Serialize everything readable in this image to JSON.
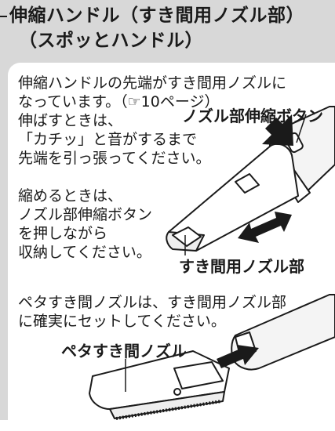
{
  "title": {
    "line1": "伸縮ハンドル（すき間用ノズル部）",
    "line2": "（スポッとハンドル）"
  },
  "intro": {
    "line1": "伸縮ハンドルの先端がすき間用ノズルに",
    "line2": "なっています。（☞10ページ）",
    "line3": "伸ばすときは、",
    "line4": "「カチッ」と音がするまで",
    "line5": "先端を引っ張ってください。"
  },
  "retract": {
    "line1": "縮めるときは、",
    "line2": "ノズル部伸縮ボタン",
    "line3": "を押しながら",
    "line4": "収納してください。"
  },
  "flat_nozzle": {
    "line1": "ペタすき間ノズルは、すき間用ノズル部",
    "line2": "に確実にセットしてください。"
  },
  "callouts": {
    "nozzle_button": "ノズル部伸縮ボタン",
    "gap_nozzle": "すき間用ノズル部",
    "flat_gap_nozzle": "ペタすき間ノズル"
  },
  "colors": {
    "header_bg": "#d8d8d8",
    "card_bg": "#ffffff",
    "text": "#1a1a1a"
  }
}
